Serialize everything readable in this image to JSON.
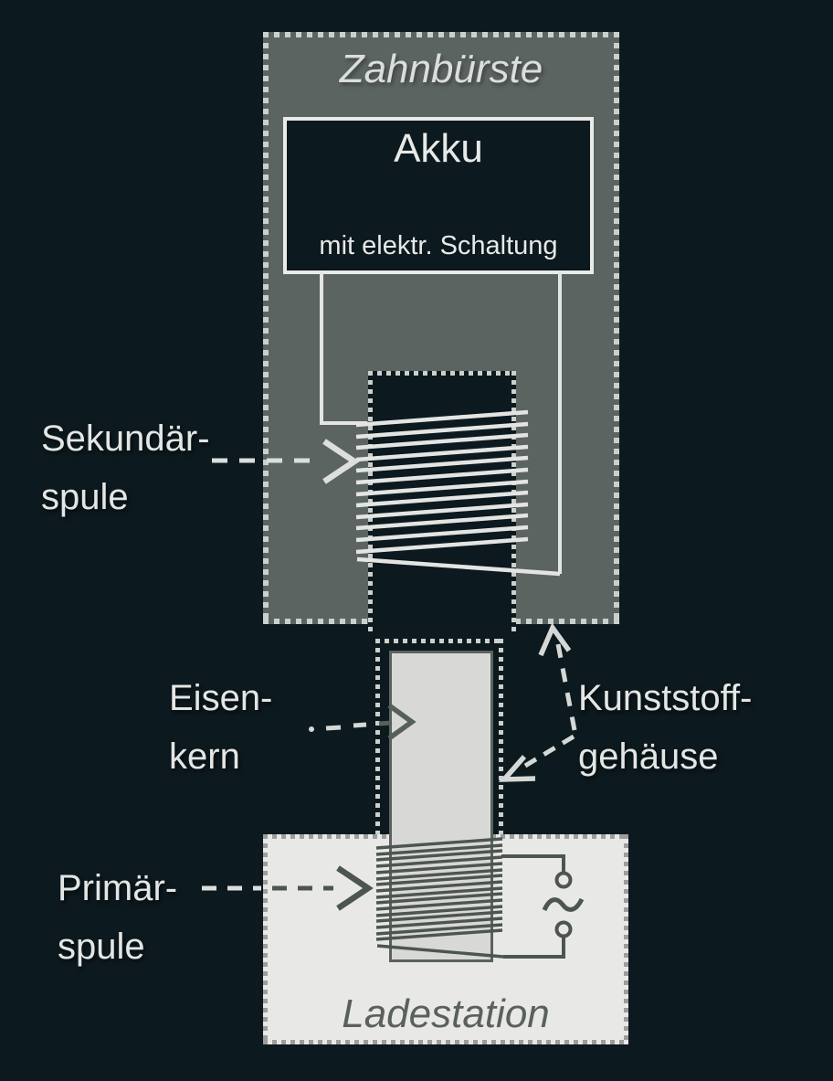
{
  "figure": {
    "type": "diagram",
    "secondary_coil_turns": 12,
    "primary_coil_turns": 16
  },
  "toothbrush": {
    "label": "Zahnbürste",
    "battery_box": {
      "title": "Akku",
      "subtitle": "mit elektr. Schaltung"
    }
  },
  "charging_station": {
    "label": "Ladestation"
  },
  "callouts": {
    "secondary_coil": {
      "line1": "Sekundär-",
      "line2": "spule"
    },
    "iron_core": {
      "line1": "Eisen-",
      "line2": "kern"
    },
    "plastic_housing": {
      "line1": "Kunststoff-",
      "line2": "gehäuse"
    },
    "primary_coil": {
      "line1": "Primär-",
      "line2": "spule"
    }
  },
  "icons": {
    "ac_source": "ac-sine-symbol",
    "terminal_top": "open-circle-terminal",
    "terminal_bottom": "open-circle-terminal"
  },
  "colors": {
    "background": "#0c191e",
    "toothbrush_body": "#5c6461",
    "station_fill": "#e8e9e7",
    "iron_core_fill": "#d8d9d7",
    "light_line": "#e3e5e3",
    "dark_line": "#4d5551",
    "light_dots": "#ccd0cd",
    "station_dots": "#9c9d9c",
    "label_text": "#e4e6e4",
    "station_text": "#59615c"
  }
}
